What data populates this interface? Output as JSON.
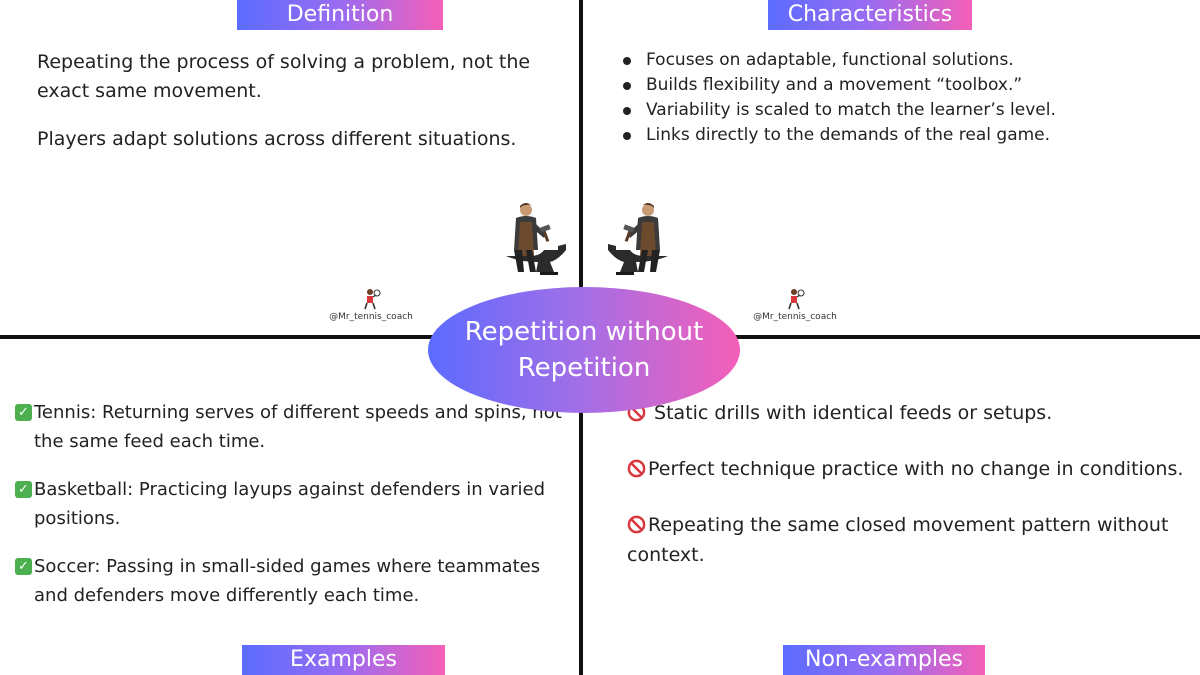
{
  "sections": {
    "definition": {
      "title": "Definition",
      "paragraphs": [
        "Repeating the process of solving a problem, not the exact same movement.",
        "Players adapt solutions across different situations."
      ]
    },
    "characteristics": {
      "title": "Characteristics",
      "items": [
        "Focuses on adaptable, functional solutions.",
        "Builds flexibility and a movement “toolbox.”",
        "Variability is scaled to match the learner’s level.",
        "Links directly to the demands of the real game."
      ]
    },
    "examples": {
      "title": "Examples",
      "items": [
        "Tennis: Returning serves of different speeds and spins, not the same feed each time.",
        "Basketball: Practicing layups against defenders in varied positions.",
        "Soccer: Passing in small-sided games where teammates and defenders move differently each time."
      ]
    },
    "non_examples": {
      "title": "Non-examples",
      "items": [
        " Static drills with identical feeds or setups.",
        "Perfect technique practice with no change in conditions.",
        "Repeating the same closed movement pattern without context."
      ]
    }
  },
  "center": {
    "title": "Repetition without Repetition"
  },
  "watermark": {
    "handle": "@Mr_tennis_coach"
  },
  "icons": {
    "example_marker": "check-mark-icon",
    "non_example_marker": "prohibited-icon",
    "illustration": "blacksmith-anvil-icon"
  },
  "colors": {
    "gradient_start": "#5b6cff",
    "gradient_end": "#f45fb7",
    "check": "#4caf50",
    "prohibited": "#d9363e"
  }
}
